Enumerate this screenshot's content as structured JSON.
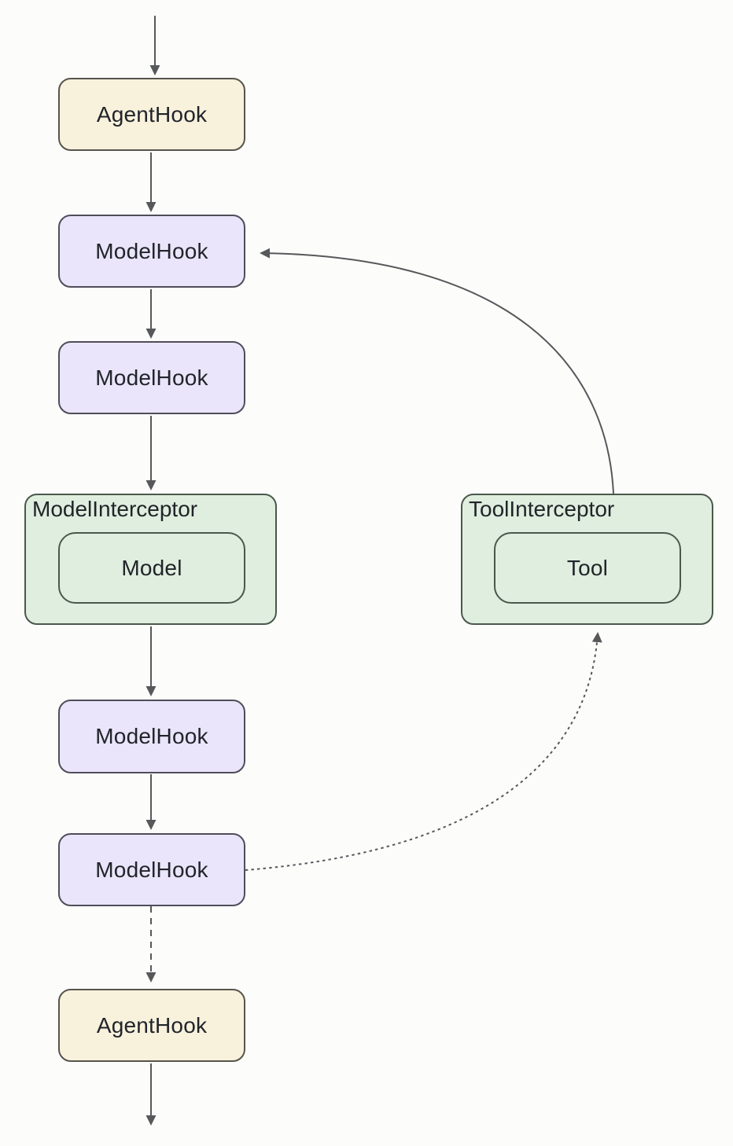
{
  "diagram_type": "flowchart",
  "nodes": {
    "agent_hook_top": {
      "label": "AgentHook",
      "kind": "hook",
      "fill": "#f8f1dc"
    },
    "model_hook_1": {
      "label": "ModelHook",
      "kind": "hook",
      "fill": "#eae5fa"
    },
    "model_hook_2": {
      "label": "ModelHook",
      "kind": "hook",
      "fill": "#eae5fa"
    },
    "model_interceptor": {
      "label": "ModelInterceptor",
      "kind": "interceptor",
      "fill": "#dfeede"
    },
    "model": {
      "label": "Model",
      "kind": "inner",
      "fill": "#dfeede"
    },
    "tool_interceptor": {
      "label": "ToolInterceptor",
      "kind": "interceptor",
      "fill": "#dfeede"
    },
    "tool": {
      "label": "Tool",
      "kind": "inner",
      "fill": "#dfeede"
    },
    "model_hook_3": {
      "label": "ModelHook",
      "kind": "hook",
      "fill": "#eae5fa"
    },
    "model_hook_4": {
      "label": "ModelHook",
      "kind": "hook",
      "fill": "#eae5fa"
    },
    "agent_hook_bottom": {
      "label": "AgentHook",
      "kind": "hook",
      "fill": "#f8f1dc"
    }
  },
  "edges": [
    {
      "from": "start",
      "to": "agent_hook_top",
      "style": "solid"
    },
    {
      "from": "agent_hook_top",
      "to": "model_hook_1",
      "style": "solid"
    },
    {
      "from": "model_hook_1",
      "to": "model_hook_2",
      "style": "solid"
    },
    {
      "from": "model_hook_2",
      "to": "model_interceptor",
      "style": "solid"
    },
    {
      "from": "tool_interceptor",
      "to": "model_hook_1",
      "style": "solid"
    },
    {
      "from": "model_interceptor",
      "to": "model_hook_3",
      "style": "solid"
    },
    {
      "from": "model_hook_3",
      "to": "model_hook_4",
      "style": "solid"
    },
    {
      "from": "model_hook_4",
      "to": "tool_interceptor",
      "style": "dashed"
    },
    {
      "from": "model_hook_4",
      "to": "agent_hook_bottom",
      "style": "dashed"
    },
    {
      "from": "agent_hook_bottom",
      "to": "end",
      "style": "solid"
    }
  ],
  "colors": {
    "background": "#fcfcfb",
    "agent_hook_fill": "#f8f1dc",
    "agent_hook_border": "#56544c",
    "model_hook_fill": "#eae5fa",
    "model_hook_border": "#504d5a",
    "interceptor_fill": "#dfeede",
    "interceptor_border": "#4a584c",
    "edge_stroke": "#56585a",
    "text": "#21242a"
  }
}
